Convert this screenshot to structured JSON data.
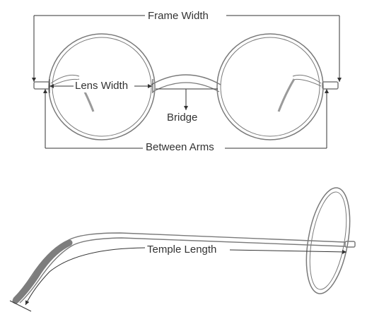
{
  "labels": {
    "frame_width": "Frame Width",
    "lens_width": "Lens Width",
    "bridge": "Bridge",
    "between_arms": "Between Arms",
    "temple_length": "Temple Length"
  },
  "colors": {
    "line": "#333333",
    "frame": "#7a7a7a",
    "temple_tip": "#7d7d7d",
    "background": "#ffffff"
  }
}
